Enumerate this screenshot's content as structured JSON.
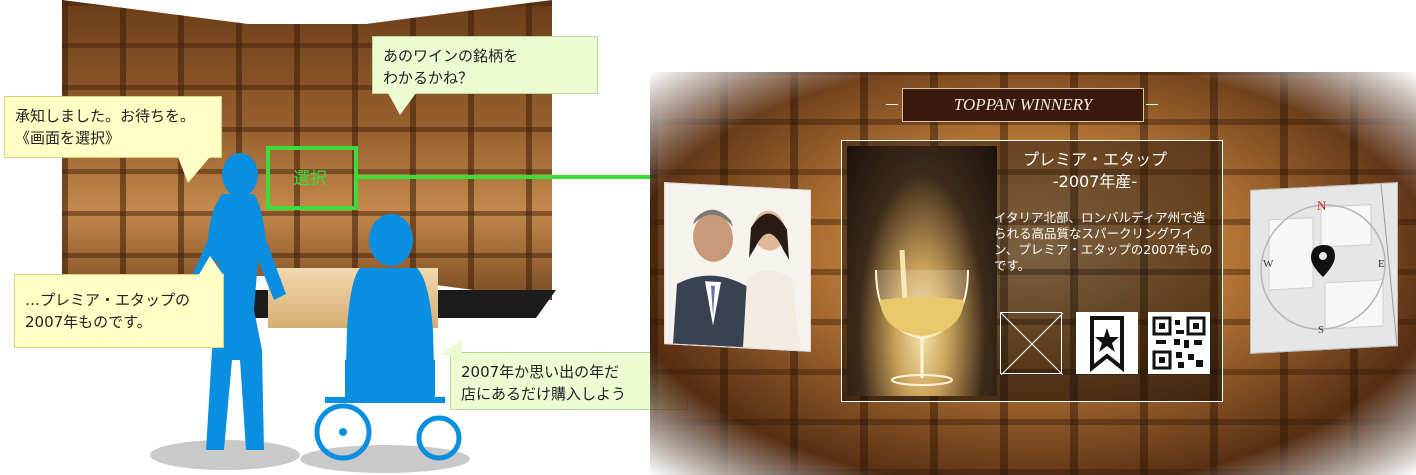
{
  "left_scene": {
    "staff_bubble_top": "承知しました。お待ちを。\n《画面を選択》",
    "customer_bubble_top": "あのワインの銘柄を\nわかるかね？",
    "staff_bubble_bottom": "…プレミア・エタップの\n2007年ものです。",
    "customer_bubble_bottom": "2007年か思い出の年だ\n店にあるだけ購入しよう",
    "selection_label": "選択"
  },
  "right_scene": {
    "store_title": "TOPPAN WINNERY",
    "product_name": "プレミア・エタップ",
    "product_year": "-2007年産-",
    "product_description": "イタリア北部、ロンバルディア州で造られる高品質なスパークリングワイン、プレミア・エタップの2007年ものです。",
    "compass": {
      "north": "N",
      "south": "S",
      "west": "W",
      "east": "E"
    },
    "icons": [
      "image-placeholder-icon",
      "bookmark-star-icon",
      "qr-code-icon",
      "map-pin-icon"
    ]
  },
  "colors": {
    "selection_green": "#3ddc3a",
    "silhouette_blue": "#0a8fe0",
    "bubble_yellow": "#ffffc6",
    "bubble_green": "#ecfbd2",
    "compass_north_red": "#d02020"
  }
}
